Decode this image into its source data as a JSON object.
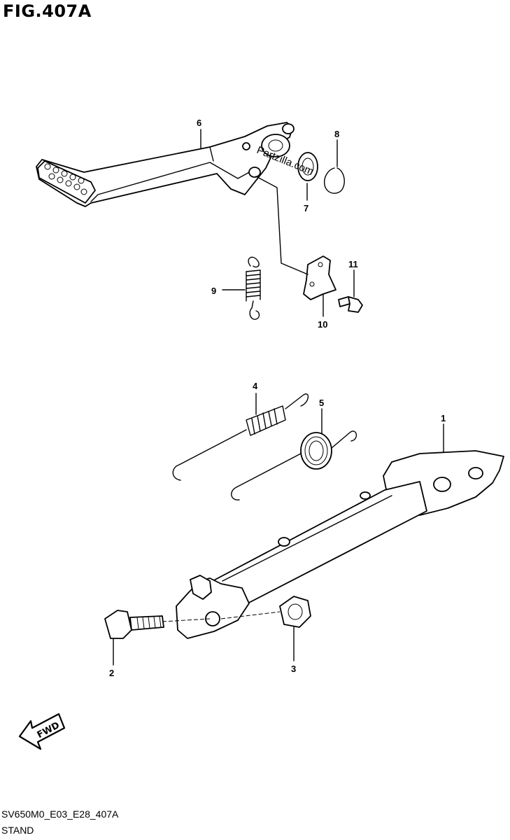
{
  "figure": {
    "title": "FIG.407A",
    "code": "SV650M0_E03_E28_407A",
    "name": "STAND",
    "watermark": "Partzilla.com"
  },
  "callouts": [
    {
      "id": "1",
      "label": "1"
    },
    {
      "id": "2",
      "label": "2"
    },
    {
      "id": "3",
      "label": "3"
    },
    {
      "id": "4",
      "label": "4"
    },
    {
      "id": "5",
      "label": "5"
    },
    {
      "id": "6",
      "label": "6"
    },
    {
      "id": "7",
      "label": "7"
    },
    {
      "id": "8",
      "label": "8"
    },
    {
      "id": "9",
      "label": "9"
    },
    {
      "id": "10",
      "label": "10"
    },
    {
      "id": "11",
      "label": "11"
    }
  ],
  "fwd_arrow": {
    "label": "FWD"
  }
}
